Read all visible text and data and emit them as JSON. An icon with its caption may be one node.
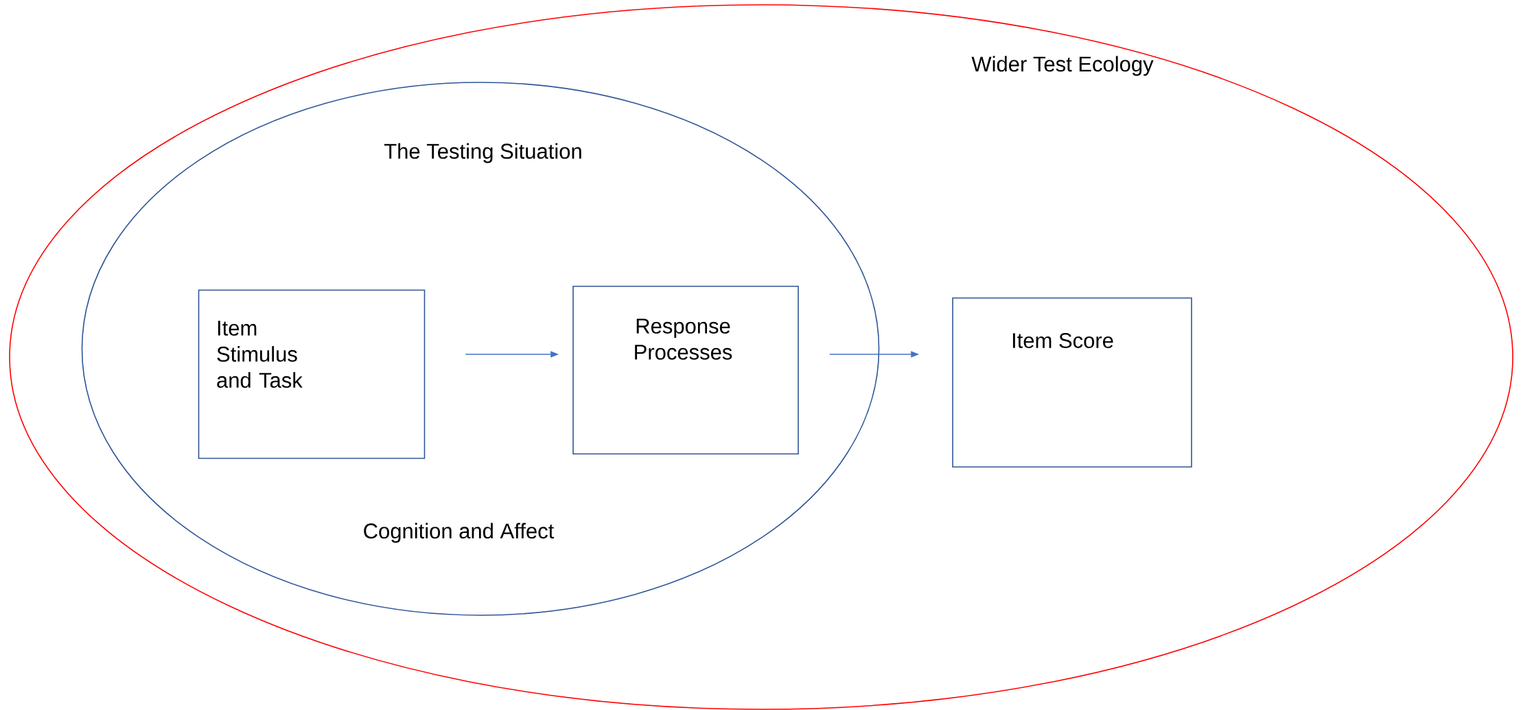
{
  "diagram": {
    "nodes": [
      {
        "text": [
          "Wider Test Ecology"
        ]
      },
      {
        "text": [
          "The Testing Situation",
          "Cognition and Affect"
        ],
        "in": 0
      },
      {
        "text": [
          "Item Stimulus and Task"
        ],
        "in": 1
      },
      {
        "text": [
          "Response Processes"
        ],
        "in": 1
      },
      {
        "text": [
          "Item Score"
        ],
        "in": 0
      }
    ],
    "edges": [
      {
        "from": 2,
        "to": 3,
        "arrow": "to"
      },
      {
        "from": 3,
        "to": 4,
        "arrow": "to"
      }
    ]
  }
}
